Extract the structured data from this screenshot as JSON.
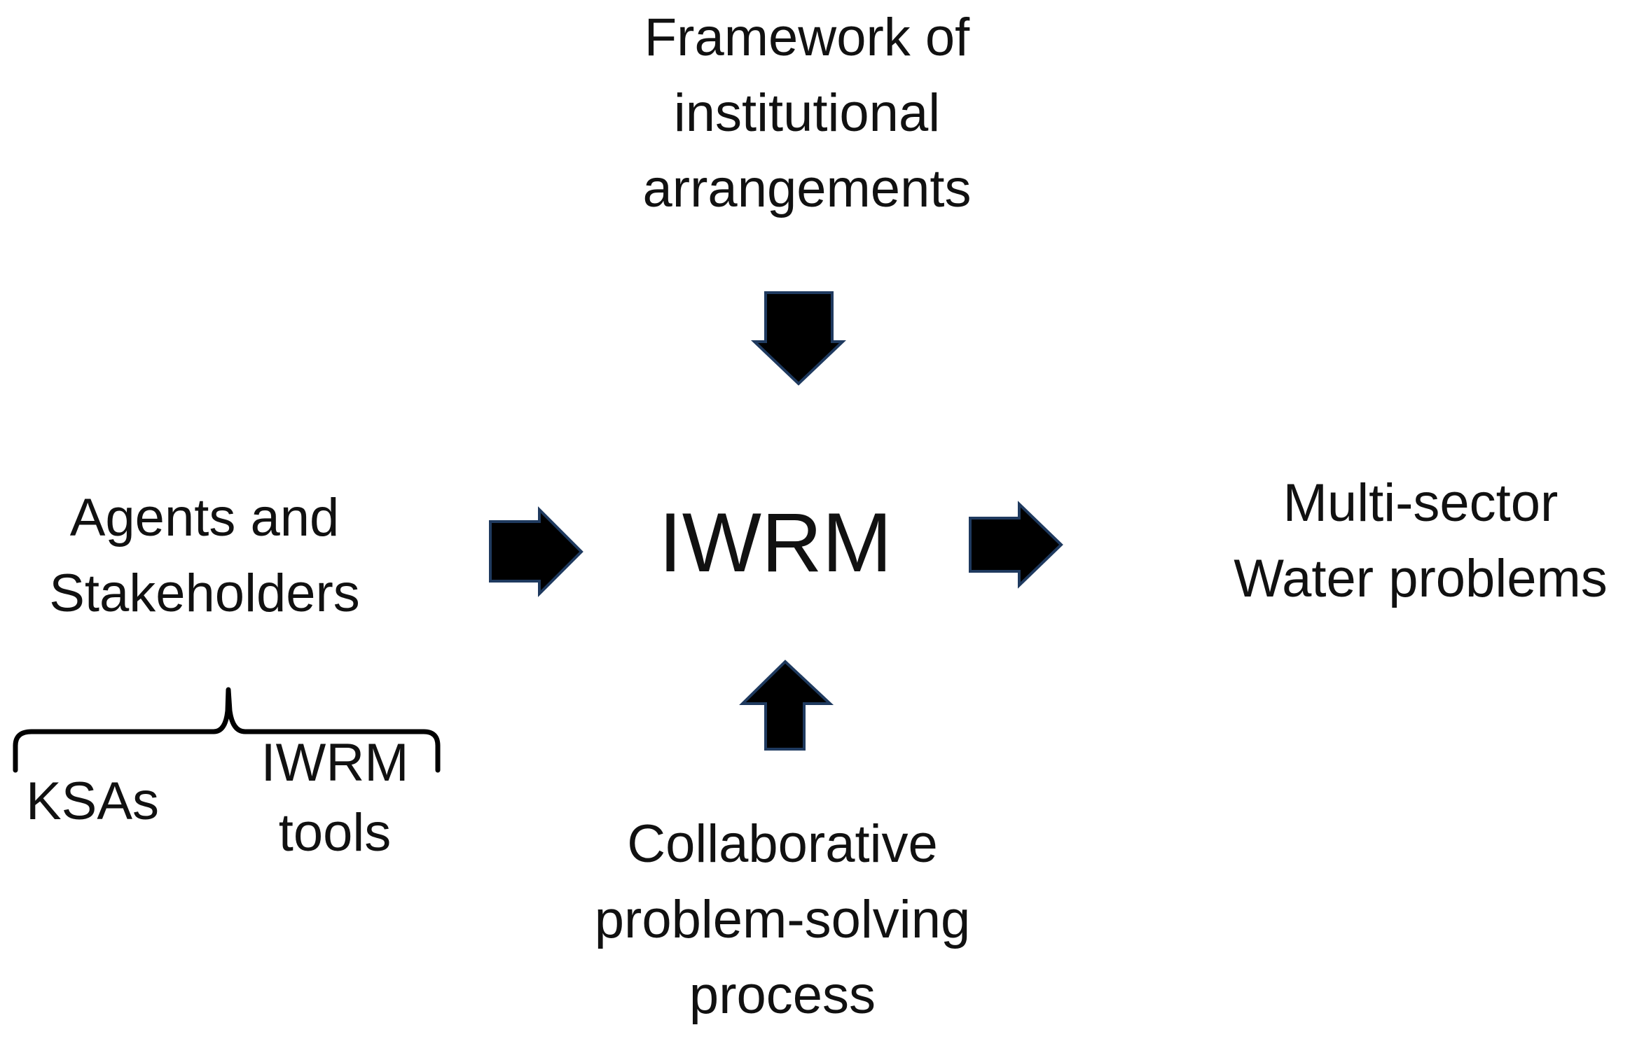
{
  "nodes": {
    "framework": {
      "lines": [
        "Framework of",
        "institutional",
        "arrangements"
      ]
    },
    "agents": {
      "lines": [
        "Agents and",
        "Stakeholders"
      ]
    },
    "center": {
      "label": "IWRM"
    },
    "multisector": {
      "lines": [
        "Multi-sector",
        "Water problems"
      ]
    },
    "collaborative": {
      "lines": [
        "Collaborative",
        "problem-solving",
        "process"
      ]
    },
    "ksas": {
      "label": "KSAs"
    },
    "iwrm_tools": {
      "lines": [
        "IWRM",
        "tools"
      ]
    }
  },
  "colors": {
    "arrow_fill": "#000000",
    "arrow_outline": "#1f3a5f",
    "text": "#111111"
  }
}
